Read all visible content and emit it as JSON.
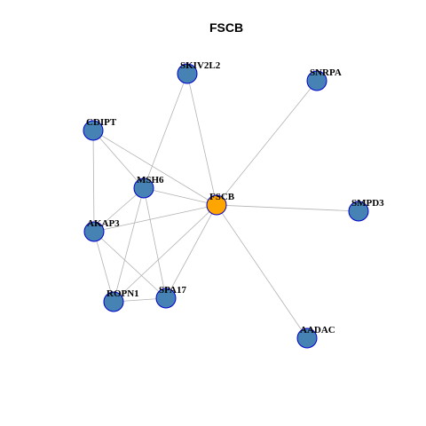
{
  "title": "FSCB",
  "colors": {
    "hub_fill": "#FFA500",
    "node_fill": "#4682B4",
    "node_stroke": "#0000CD",
    "edge": "#B3B3B3"
  },
  "nodes": [
    {
      "id": "FSCB",
      "label": "FSCB",
      "hub": true
    },
    {
      "id": "SKIV2L2",
      "label": "SKIV2L2",
      "hub": false
    },
    {
      "id": "SNRPA",
      "label": "SNRPA",
      "hub": false
    },
    {
      "id": "CDIPT",
      "label": "CDIPT",
      "hub": false
    },
    {
      "id": "MSH6",
      "label": "MSH6",
      "hub": false
    },
    {
      "id": "SMPD3",
      "label": "SMPD3",
      "hub": false
    },
    {
      "id": "AKAP3",
      "label": "AKAP3",
      "hub": false
    },
    {
      "id": "ROPN1",
      "label": "ROPN1",
      "hub": false
    },
    {
      "id": "SPA17",
      "label": "SPA17",
      "hub": false
    },
    {
      "id": "AADAC",
      "label": "AADAC",
      "hub": false
    }
  ],
  "edges": [
    [
      "FSCB",
      "SKIV2L2"
    ],
    [
      "FSCB",
      "SNRPA"
    ],
    [
      "FSCB",
      "CDIPT"
    ],
    [
      "FSCB",
      "MSH6"
    ],
    [
      "FSCB",
      "SMPD3"
    ],
    [
      "FSCB",
      "AKAP3"
    ],
    [
      "FSCB",
      "ROPN1"
    ],
    [
      "FSCB",
      "SPA17"
    ],
    [
      "FSCB",
      "AADAC"
    ],
    [
      "SKIV2L2",
      "MSH6"
    ],
    [
      "CDIPT",
      "MSH6"
    ],
    [
      "CDIPT",
      "AKAP3"
    ],
    [
      "MSH6",
      "AKAP3"
    ],
    [
      "MSH6",
      "ROPN1"
    ],
    [
      "MSH6",
      "SPA17"
    ],
    [
      "AKAP3",
      "ROPN1"
    ],
    [
      "AKAP3",
      "SPA17"
    ],
    [
      "ROPN1",
      "SPA17"
    ]
  ]
}
